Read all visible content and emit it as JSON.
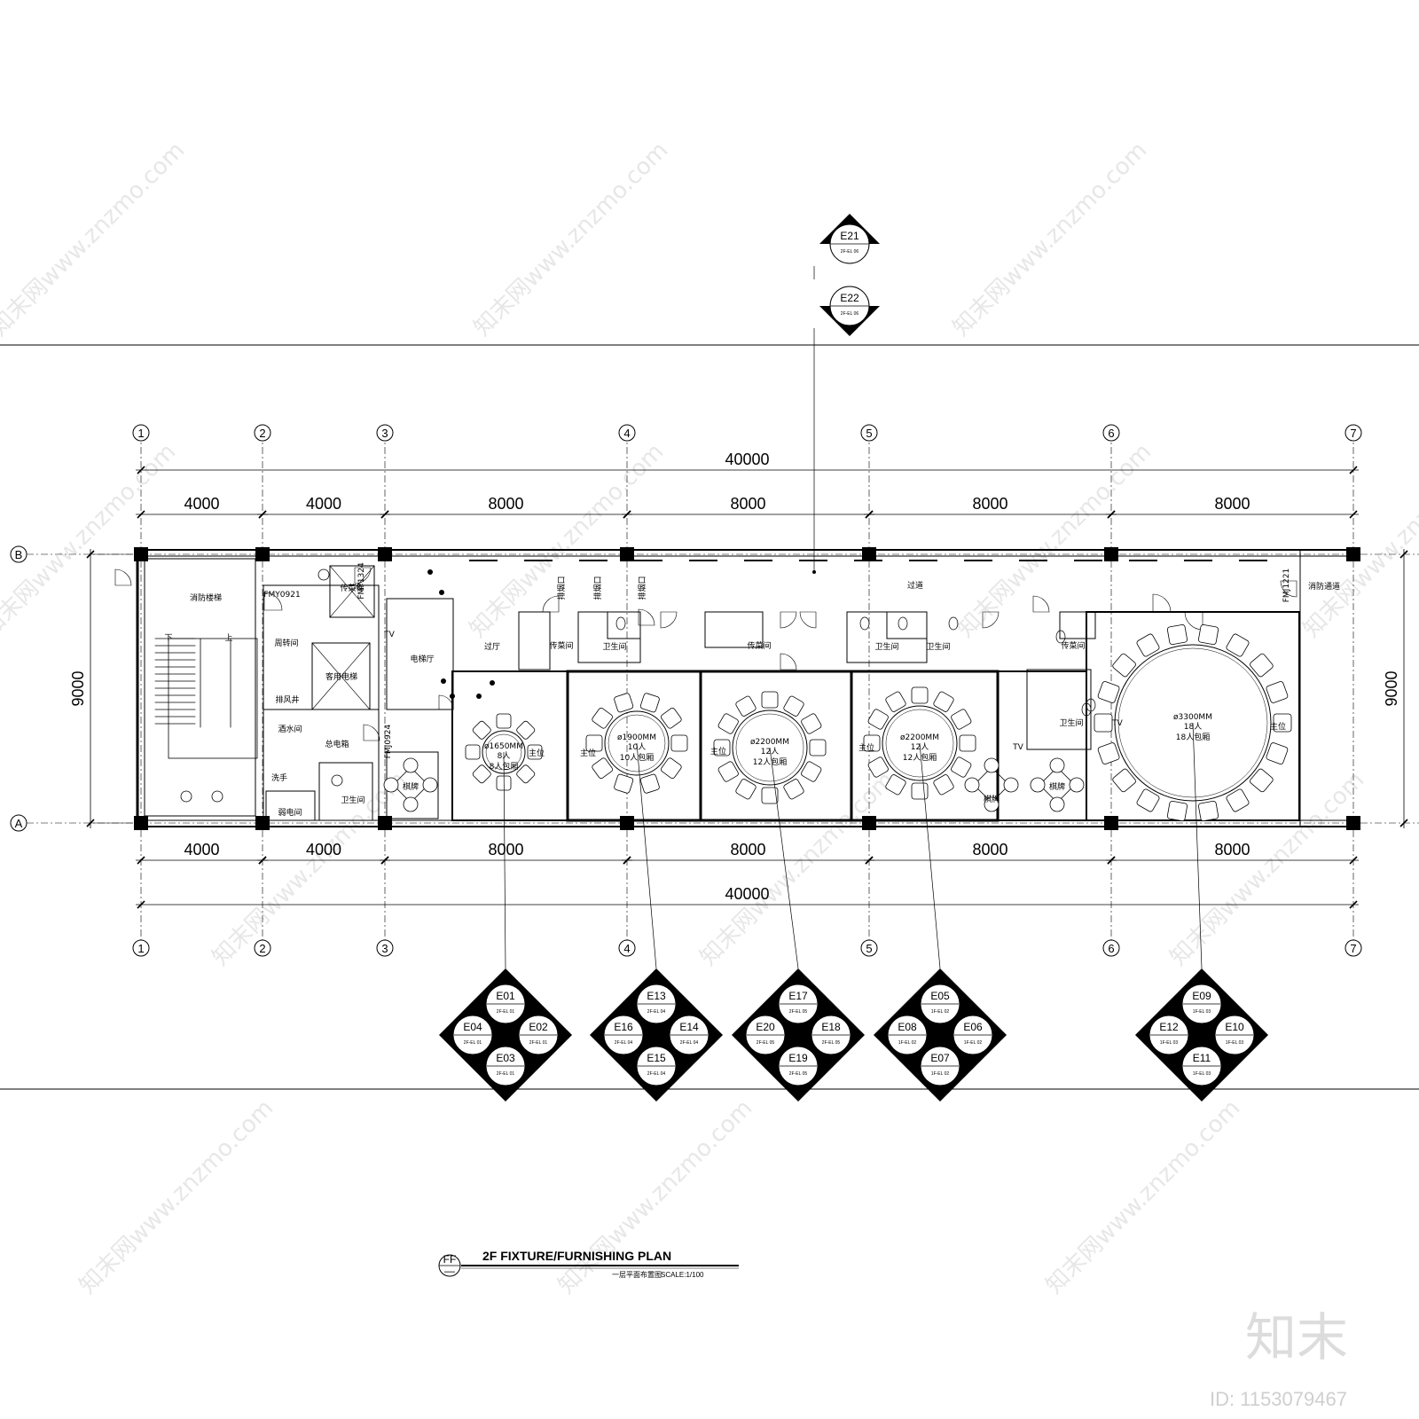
{
  "watermark": {
    "text": "知末网www.znzmo.com",
    "brand": "知末",
    "id": "ID: 1153079467"
  },
  "title": {
    "main": "2F FIXTURE/FURNISHING PLAN",
    "sub": "一层平面布置图",
    "scale": "SCALE:1/100",
    "badge_top": "FF",
    "badge_bottom": "—"
  },
  "axes": [
    "1",
    "2",
    "3",
    "4",
    "5",
    "6",
    "7"
  ],
  "rows": {
    "top": "B",
    "bottom": "A"
  },
  "dims": {
    "total": "40000",
    "bays": [
      "4000",
      "4000",
      "8000",
      "8000",
      "8000",
      "8000"
    ],
    "depth": "9000"
  },
  "rooms": {
    "stair": "消防楼梯",
    "down": "下",
    "up": "上",
    "fmy0921": "FMY0921",
    "fmy1324": "FMY1324",
    "turnover": "周转间",
    "service_lift": "传菜梯",
    "exhaust": "排风井",
    "guest_lift": "客用电梯",
    "lift_hall": "电梯厅",
    "liquor": "酒水间",
    "main_box": "总电箱",
    "fmj0924": "FMJ0924",
    "weak": "弱电间",
    "wash": "洗手",
    "wc": "卫生间",
    "lobby": "过厅",
    "smoke": "排烟口",
    "serve": "传菜间",
    "corridor": "过道",
    "exit": "消防通道",
    "fmj1221": "FMJ1221",
    "mahjong": "棋牌",
    "master": "主位",
    "tv": "TV"
  },
  "tables": [
    {
      "size": "ø1650MM",
      "guests": "8人",
      "label": "8人包厢"
    },
    {
      "size": "ø1900MM",
      "guests": "10人",
      "label": "10人包厢"
    },
    {
      "size": "ø2200MM",
      "guests": "12人",
      "label": "12人包厢"
    },
    {
      "size": "ø2200MM",
      "guests": "12人",
      "label": "12人包厢"
    },
    {
      "size": "ø3300MM",
      "guests": "18人",
      "label": "18人包厢"
    }
  ],
  "elev_top": [
    {
      "id": "E21",
      "ref": "2F-EL 06"
    },
    {
      "id": "E22",
      "ref": "2F-EL 06"
    }
  ],
  "elev_groups": [
    {
      "top": [
        "E01",
        "2F-EL 01"
      ],
      "left": [
        "E04",
        "2F-EL 01"
      ],
      "right": [
        "E02",
        "2F-EL 01"
      ],
      "bottom": [
        "E03",
        "2F-EL 01"
      ]
    },
    {
      "top": [
        "E13",
        "2F-EL 04"
      ],
      "left": [
        "E16",
        "2F-EL 04"
      ],
      "right": [
        "E14",
        "2F-EL 04"
      ],
      "bottom": [
        "E15",
        "2F-EL 04"
      ]
    },
    {
      "top": [
        "E17",
        "2F-EL 05"
      ],
      "left": [
        "E20",
        "2F-EL 05"
      ],
      "right": [
        "E18",
        "2F-EL 05"
      ],
      "bottom": [
        "E19",
        "2F-EL 05"
      ]
    },
    {
      "top": [
        "E05",
        "1F-EL 02"
      ],
      "left": [
        "E08",
        "1F-EL 02"
      ],
      "right": [
        "E06",
        "1F-EL 02"
      ],
      "bottom": [
        "E07",
        "1F-EL 02"
      ]
    },
    {
      "top": [
        "E09",
        "1F-EL 03"
      ],
      "left": [
        "E12",
        "1F-EL 03"
      ],
      "right": [
        "E10",
        "1F-EL 03"
      ],
      "bottom": [
        "E11",
        "1F-EL 03"
      ]
    }
  ]
}
